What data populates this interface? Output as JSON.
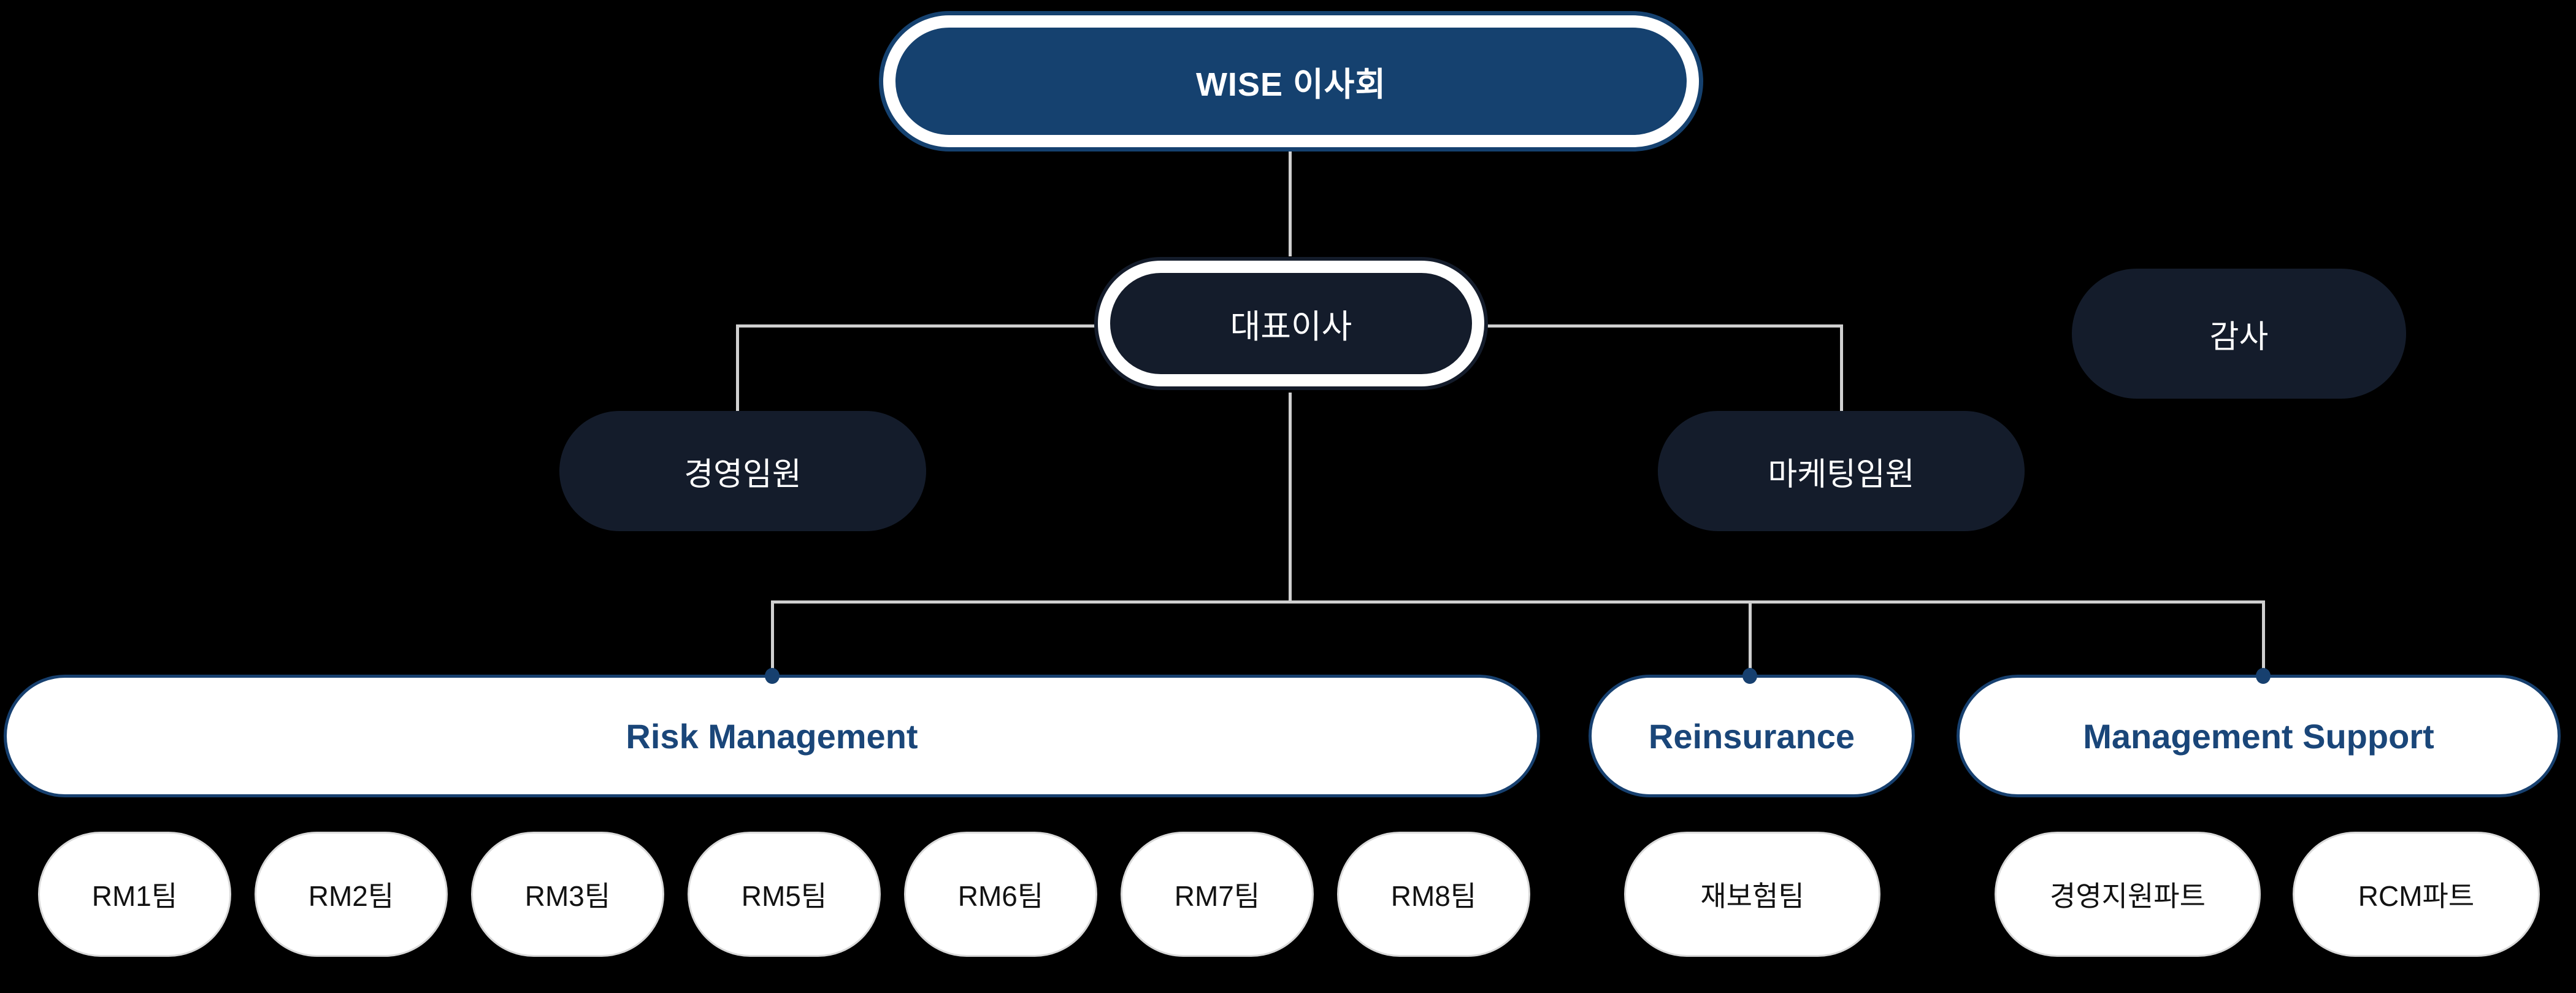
{
  "org": {
    "board": {
      "label": "WISE 이사회"
    },
    "ceo": {
      "label": "대표이사"
    },
    "auditor": {
      "label": "감사"
    },
    "management_executive": {
      "label": "경영임원"
    },
    "marketing_executive": {
      "label": "마케팅임원"
    },
    "divisions": [
      {
        "label": "Risk Management"
      },
      {
        "label": "Reinsurance"
      },
      {
        "label": "Management Support"
      }
    ],
    "rm_teams": [
      "RM1팀",
      "RM2팀",
      "RM3팀",
      "RM5팀",
      "RM6팀",
      "RM7팀",
      "RM8팀"
    ],
    "reinsurance_team": {
      "label": "재보험팀"
    },
    "support_teams": [
      "경영지원파트",
      "RCM파트"
    ]
  },
  "colors": {
    "background": "#000000",
    "board_fill": "#15416f",
    "dark_node_fill": "#141c2b",
    "node_ring": "#ffffff",
    "connector": "#d0d0d0",
    "division_border": "#17406f",
    "division_text": "#1a4679",
    "team_border": "#d9d9d9",
    "team_text": "#121212"
  }
}
